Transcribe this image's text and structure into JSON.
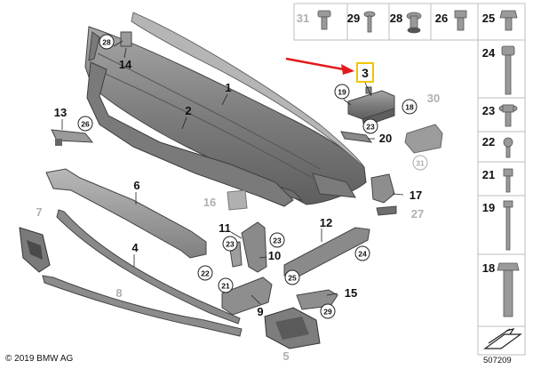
{
  "copyright": "© 2019 BMW AG",
  "diagram_id": "507209",
  "highlighted_part": "3",
  "colors": {
    "part_fill": "#8e8e8e",
    "part_dark": "#5a5a5a",
    "grey_label": "#b0b0b0",
    "highlight": "#f2c500",
    "arrow": "#e21a1a"
  },
  "main_labels": [
    {
      "text": "1"
    },
    {
      "text": "2"
    },
    {
      "text": "3"
    },
    {
      "text": "4"
    },
    {
      "text": "5"
    },
    {
      "text": "6"
    },
    {
      "text": "7"
    },
    {
      "text": "8"
    },
    {
      "text": "9"
    },
    {
      "text": "10"
    },
    {
      "text": "11"
    },
    {
      "text": "12"
    },
    {
      "text": "13"
    },
    {
      "text": "14"
    },
    {
      "text": "15"
    },
    {
      "text": "16"
    },
    {
      "text": "17"
    },
    {
      "text": "20"
    },
    {
      "text": "27"
    },
    {
      "text": "30"
    }
  ],
  "circled_labels": [
    {
      "text": "28"
    },
    {
      "text": "26"
    },
    {
      "text": "19"
    },
    {
      "text": "18"
    },
    {
      "text": "23"
    },
    {
      "text": "31"
    },
    {
      "text": "23"
    },
    {
      "text": "23"
    },
    {
      "text": "22"
    },
    {
      "text": "21"
    },
    {
      "text": "24"
    },
    {
      "text": "25"
    },
    {
      "text": "29"
    }
  ],
  "fastener_panel": {
    "top_row": [
      {
        "text": "31"
      },
      {
        "text": "29"
      },
      {
        "text": "28"
      },
      {
        "text": "26"
      },
      {
        "text": "25"
      }
    ],
    "right_column": [
      {
        "text": "24"
      },
      {
        "text": "23"
      },
      {
        "text": "22"
      },
      {
        "text": "21"
      },
      {
        "text": "19"
      },
      {
        "text": "18"
      }
    ]
  }
}
